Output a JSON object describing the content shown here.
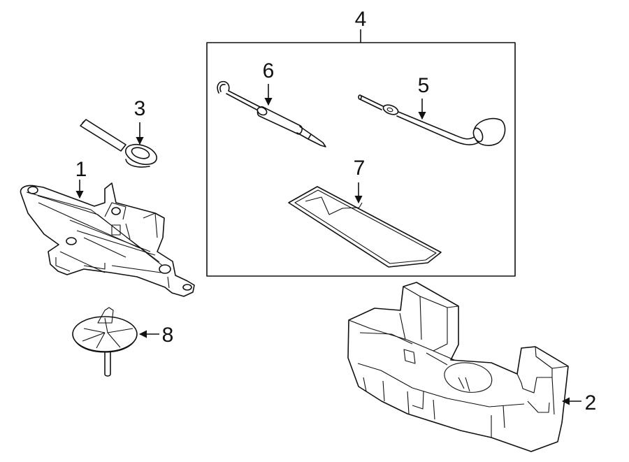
{
  "callouts": {
    "jack": "1",
    "spare_tire_insert": "2",
    "lug_wrench": "3",
    "tool_kit": "4",
    "jack_handle": "5",
    "tow_hook": "6",
    "tool_bag": "7",
    "hold_down_bolt": "8"
  }
}
